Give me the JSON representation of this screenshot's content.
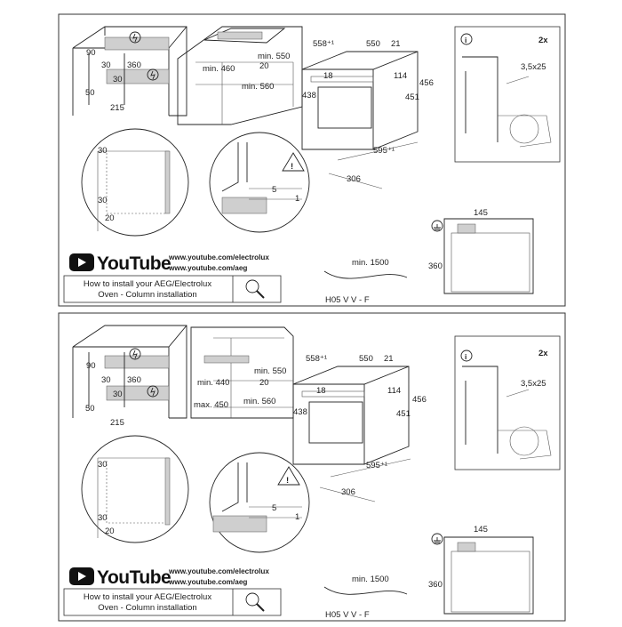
{
  "panels": [
    {
      "id": "top",
      "cabinet": {
        "d90": "90",
        "d30a": "30",
        "d360": "360",
        "d30b": "30",
        "d50": "50",
        "d215": "215",
        "d30c": "30",
        "d20": "20",
        "d30d": "30"
      },
      "niche": {
        "min460": "min. 460",
        "min550": "min. 550",
        "d20": "20",
        "min560": "min. 560"
      },
      "oven": {
        "d558": "558⁺¹",
        "d550": "550",
        "d21": "21",
        "d18": "18",
        "d114": "114",
        "d438": "438",
        "d456": "456",
        "d451": "451",
        "d595": "595⁺¹",
        "d306": "306"
      },
      "detail": {
        "d5": "5",
        "d1": "1"
      },
      "screw": {
        "size": "3,5x25",
        "qty": "2x"
      },
      "side": {
        "d145": "145",
        "d360": "360"
      },
      "cable": {
        "min1500": "min. 1500",
        "type": "H05 V V - F"
      },
      "youtube": {
        "brand": "YouTube",
        "url1": "www.youtube.com/electrolux",
        "url2": "www.youtube.com/aeg",
        "howto_line1": "How to install your AEG/Electrolux",
        "howto_line2": "Oven - Column installation"
      }
    },
    {
      "id": "bottom",
      "cabinet": {
        "d90": "90",
        "d30a": "30",
        "d360": "360",
        "d30b": "30",
        "d50": "50",
        "d215": "215",
        "d30c": "30",
        "d20": "20",
        "d30d": "30"
      },
      "niche": {
        "min440": "min. 440",
        "max450": "max. 450",
        "min550": "min. 550",
        "d20": "20",
        "min560": "min. 560"
      },
      "oven": {
        "d558": "558⁺¹",
        "d550": "550",
        "d21": "21",
        "d18": "18",
        "d114": "114",
        "d438": "438",
        "d456": "456",
        "d451": "451",
        "d595": "595⁺¹",
        "d306": "306"
      },
      "detail": {
        "d5": "5",
        "d1": "1"
      },
      "screw": {
        "size": "3,5x25",
        "qty": "2x"
      },
      "side": {
        "d145": "145",
        "d360": "360"
      },
      "cable": {
        "min1500": "min. 1500",
        "type": "H05 V V - F"
      },
      "youtube": {
        "brand": "YouTube",
        "url1": "www.youtube.com/electrolux",
        "url2": "www.youtube.com/aeg",
        "howto_line1": "How to install your AEG/Electrolux",
        "howto_line2": "Oven - Column installation"
      }
    }
  ],
  "colors": {
    "youtube_red": "#111111",
    "border": "#333333",
    "hatch": "#cfcfcf"
  },
  "icons": [
    "electric-icon",
    "warning-icon",
    "info-icon",
    "magnifier-icon",
    "youtube-play-icon",
    "earth-ground-icon"
  ]
}
